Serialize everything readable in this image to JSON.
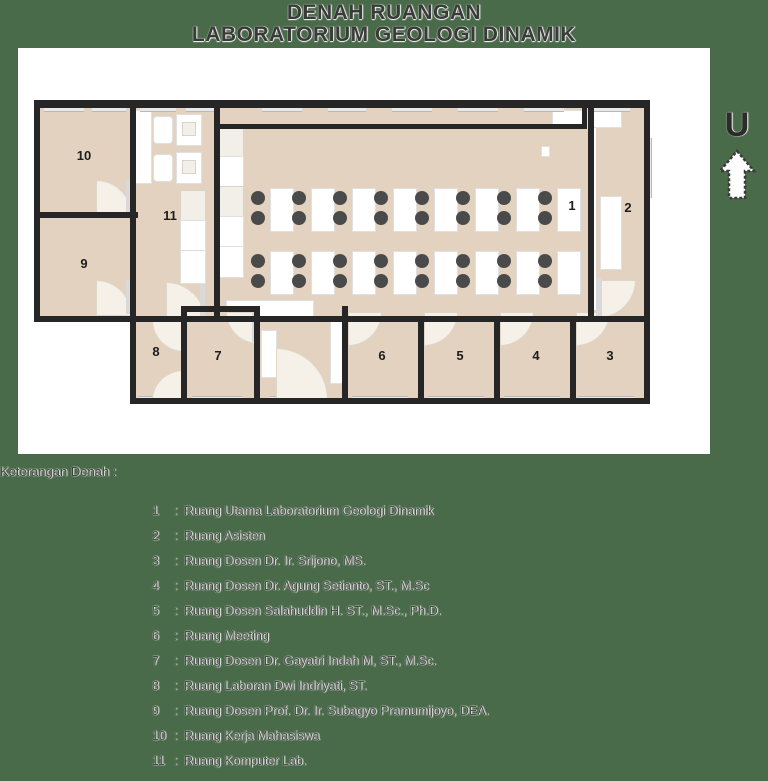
{
  "title": {
    "line1": "DENAH RUANGAN",
    "line2": "LABORATORIUM GEOLOGI DINAMIK"
  },
  "north": {
    "letter": "U",
    "arrow_icon": "north-arrow-icon"
  },
  "plan": {
    "room_labels": [
      {
        "id": "1",
        "text": "1"
      },
      {
        "id": "2",
        "text": "2"
      },
      {
        "id": "3",
        "text": "3"
      },
      {
        "id": "4",
        "text": "4"
      },
      {
        "id": "5",
        "text": "5"
      },
      {
        "id": "6",
        "text": "6"
      },
      {
        "id": "7",
        "text": "7"
      },
      {
        "id": "8",
        "text": "8"
      },
      {
        "id": "9",
        "text": "9"
      },
      {
        "id": "10",
        "text": "10"
      },
      {
        "id": "11",
        "text": "11"
      }
    ]
  },
  "legend": {
    "title": "Keterangan Denah :",
    "separator": ":",
    "items": [
      {
        "num": "1",
        "text": "Ruang Utama Laboratorium Geologi Dinamik"
      },
      {
        "num": "2",
        "text": "Ruang Asisten"
      },
      {
        "num": "3",
        "text": "Ruang Dosen Dr. Ir. Srijono, MS."
      },
      {
        "num": "4",
        "text": "Ruang Dosen Dr. Agung Setianto, ST., M.Sc"
      },
      {
        "num": "5",
        "text": "Ruang Dosen Salahuddin H. ST., M.Sc., Ph.D."
      },
      {
        "num": "6",
        "text": "Ruang Meeting"
      },
      {
        "num": "7",
        "text": "Ruang Dosen Dr. Gayatri Indah M, ST., M.Sc."
      },
      {
        "num": "8",
        "text": "Ruang Laboran Dwi Indriyati, ST."
      },
      {
        "num": "9",
        "text": "Ruang Dosen Prof. Dr. Ir. Subagyo Pramumijoyo, DEA."
      },
      {
        "num": "10",
        "text": "Ruang Kerja Mahasiswa"
      },
      {
        "num": "11",
        "text": "Ruang Komputer Lab."
      }
    ]
  },
  "colors": {
    "background": "#4a6b4a",
    "panel": "#ffffff",
    "floor": "#e2d2bf",
    "wall": "#262626",
    "furniture": "#ffffff",
    "chair": "#4a4a4a",
    "door_arc": "#f6f1e8",
    "text": "#3a3a3a"
  }
}
